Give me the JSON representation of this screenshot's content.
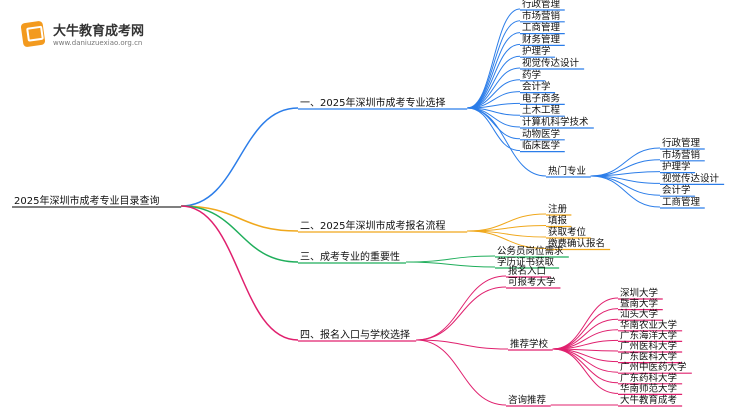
{
  "logo": {
    "name_cn": "大牛教育成考网",
    "url": "www.daniuzuexiao.org.cn"
  },
  "root": "2025年深圳市成考专业目录查询",
  "branches": [
    {
      "label": "一、2025年深圳市成考专业选择",
      "color": "#2b7de9",
      "items": [
        "行政管理",
        "市场营销",
        "工商管理",
        "财务管理",
        "护理学",
        "视觉传达设计",
        "药学",
        "会计学",
        "电子商务",
        "土木工程",
        "计算机科学技术",
        "动物医学",
        "临床医学"
      ],
      "sub": {
        "label": "热门专业",
        "items": [
          "行政管理",
          "市场营销",
          "护理学",
          "视觉传达设计",
          "会计学",
          "工商管理"
        ]
      }
    },
    {
      "label": "二、2025年深圳市成考报名流程",
      "color": "#f0a81c",
      "items": [
        "注册",
        "填报",
        "获取考位",
        "缴费确认报名"
      ]
    },
    {
      "label": "三、成考专业的重要性",
      "color": "#1fae5b",
      "items": [
        "公务员岗位需求",
        "学历证书获取"
      ]
    },
    {
      "label": "四、报名入口与学校选择",
      "color": "#e0206e",
      "items": [
        "报名入口",
        "可报考大学"
      ],
      "sub": {
        "label": "推荐学校",
        "items": [
          "深圳大学",
          "暨南大学",
          "汕头大学",
          "华南农业大学",
          "广东海洋大学",
          "广州医科大学",
          "广东医科大学",
          "广州中医药大学",
          "广东药科大学",
          "华南师范大学"
        ]
      },
      "sub2": {
        "label": "咨询推荐",
        "items": [
          "大牛教育成考"
        ]
      }
    }
  ]
}
